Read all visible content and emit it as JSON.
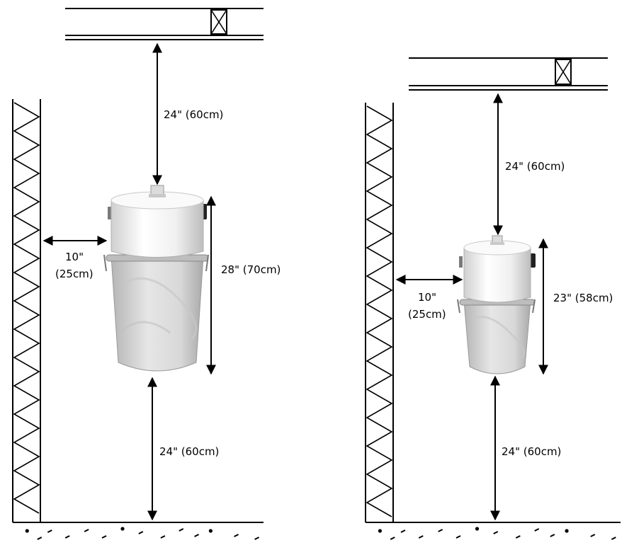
{
  "diagrams": [
    {
      "id": "large-unit",
      "ceiling_clearance": "24\" (60cm)",
      "wall_clearance_line1": "10\"",
      "wall_clearance_line2": "(25cm)",
      "unit_height": "28\" (70cm)",
      "floor_clearance": "24\" (60cm)"
    },
    {
      "id": "small-unit",
      "ceiling_clearance": "24\" (60cm)",
      "wall_clearance_line1": "10\"",
      "wall_clearance_line2": "(25cm)",
      "unit_height": "23\" (58cm)",
      "floor_clearance": "24\" (60cm)"
    }
  ],
  "colors": {
    "line": "#000000",
    "motor_cap": "#f4f4f4",
    "canister": "#d6d6d6",
    "band": "#b8b8b8"
  }
}
